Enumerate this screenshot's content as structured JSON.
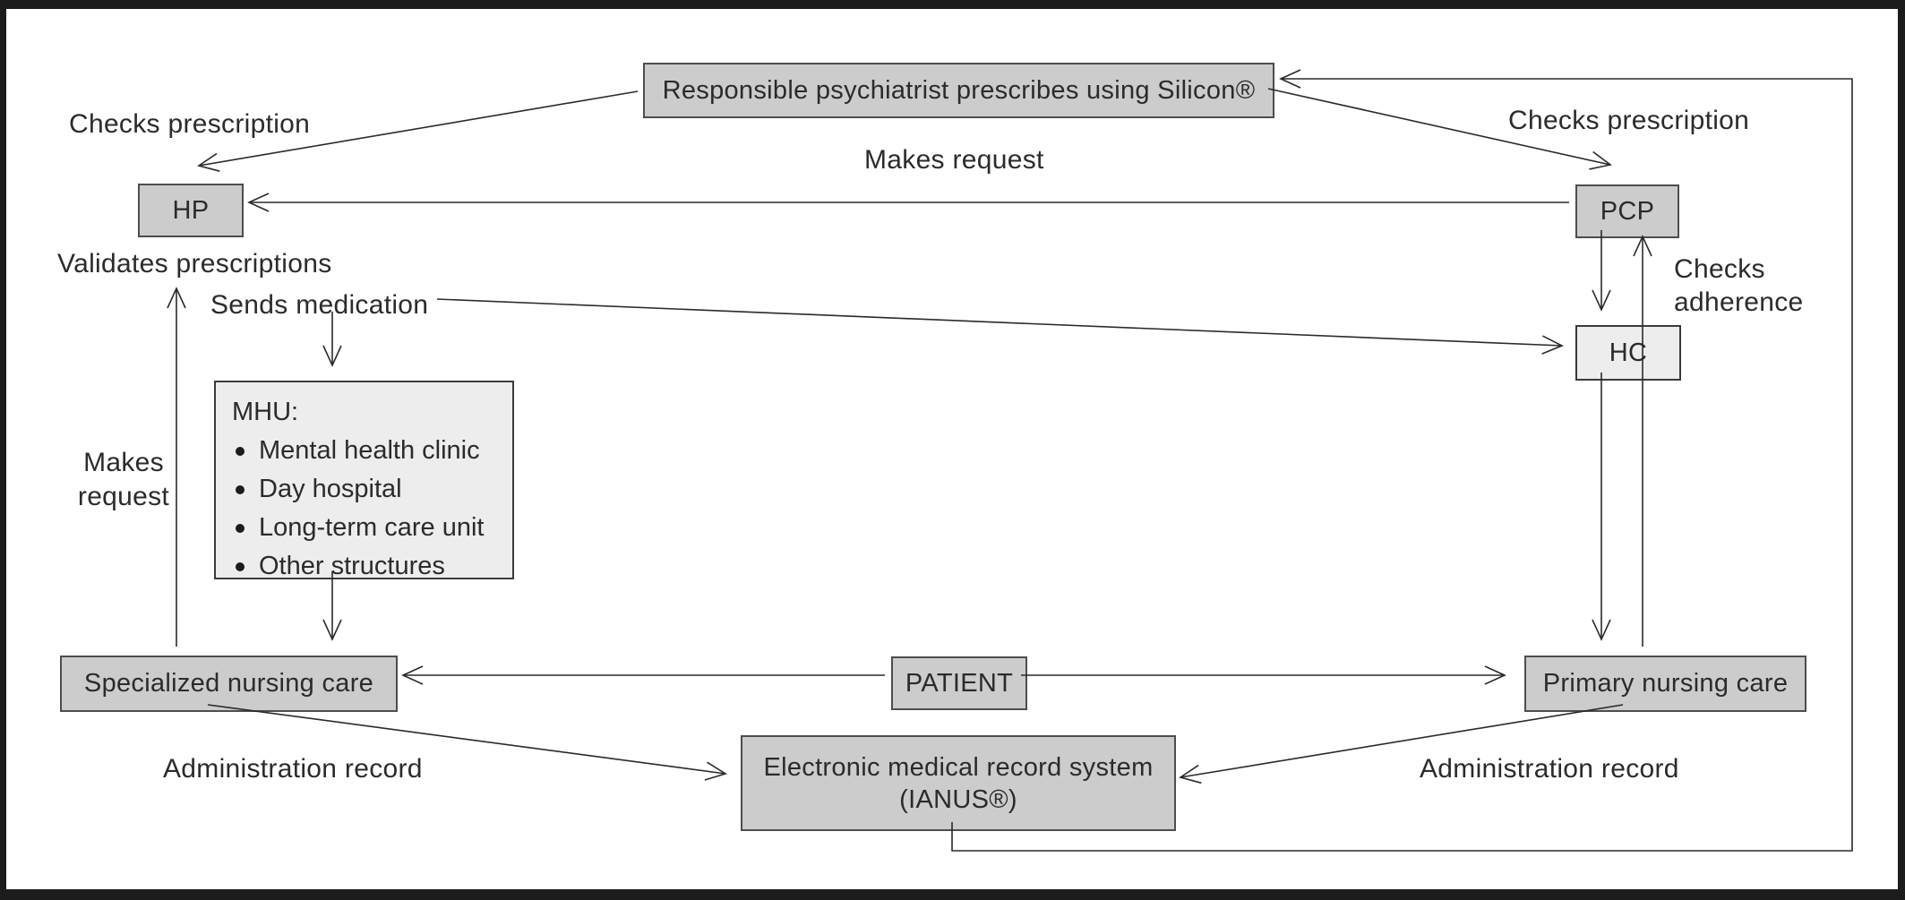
{
  "diagram": {
    "nodes": {
      "psychiatrist": "Responsible psychiatrist prescribes using Silicon®",
      "hp": "HP",
      "pcp": "PCP",
      "hc": "HC",
      "mhu_title": "MHU:",
      "mhu_items": [
        "Mental health clinic",
        "Day hospital",
        "Long-term care unit",
        "Other structures"
      ],
      "specialized": "Specialized nursing care",
      "patient": "PATIENT",
      "primary": "Primary nursing care",
      "emr_line1": "Electronic medical record system",
      "emr_line2": "(IANUS®)"
    },
    "labels": {
      "checks_prescription_left": "Checks prescription",
      "checks_prescription_right": "Checks prescription",
      "makes_request_top": "Makes request",
      "validates_prescriptions": "Validates prescriptions",
      "sends_medication": "Sends medication",
      "makes_request_left_line1": "Makes",
      "makes_request_left_line2": "request",
      "checks_adherence_line1": "Checks",
      "checks_adherence_line2": "adherence",
      "administration_record_left": "Administration record",
      "administration_record_right": "Administration record"
    },
    "colors": {
      "node_fill": "#cccccc",
      "node_border": "#4d4d4d",
      "light_node_fill": "#ededed",
      "light_node_border": "#3a3a3a",
      "line": "#2a2a2a",
      "text": "#2b2b2b",
      "frame": "#1c1c1c"
    }
  }
}
